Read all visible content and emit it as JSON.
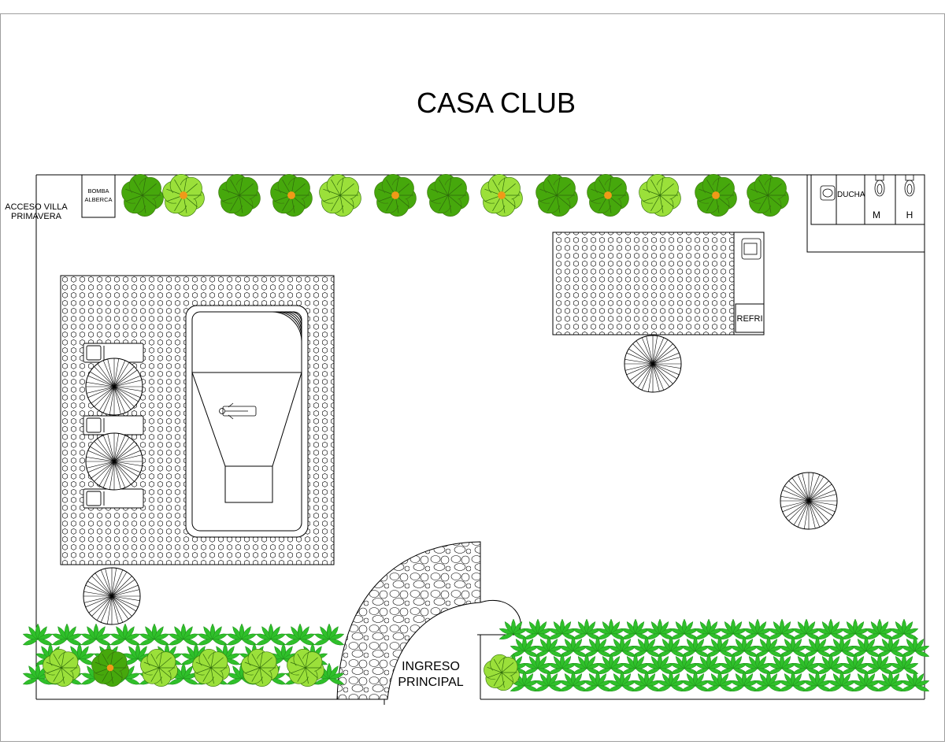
{
  "title": "CASA CLUB",
  "labels": {
    "acceso_line1": "ACCESO VILLA",
    "acceso_line2": "PRIMAVERA",
    "bomba_line1": "BOMBA",
    "bomba_line2": "ALBERCA",
    "ducha": "DUCHA",
    "bano_mujeres": "M",
    "bano_hombres": "H",
    "refri": "REFRI",
    "ingreso_line1": "INGRESO",
    "ingreso_line2": "PRINCIPAL"
  },
  "colors": {
    "line": "#000000",
    "tree_dark": "#46a80c",
    "tree_light": "#9be03a",
    "shrub": "#2fc02a",
    "tree_center": "#f09a18",
    "background": "#ffffff"
  },
  "icons": {
    "tree": "tree-icon",
    "palm": "palm-tree-icon",
    "shrub": "shrub-icon",
    "lounger": "sun-lounger-icon",
    "toilet": "toilet-icon",
    "sink": "sink-icon",
    "person": "swimmer-icon"
  }
}
